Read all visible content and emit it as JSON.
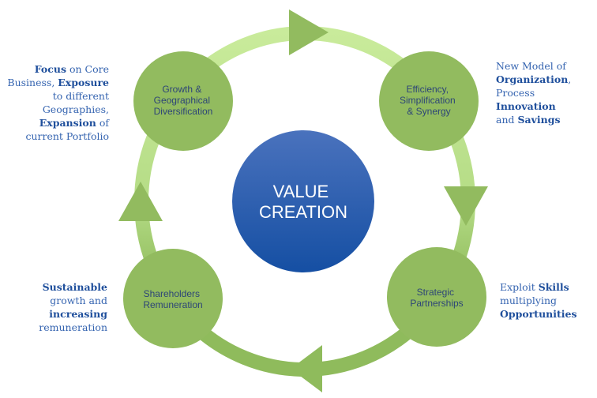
{
  "center": {
    "lines": [
      "VALUE",
      "CREATION"
    ],
    "color_top": "#4a72bd",
    "color_bottom": "#154fa3"
  },
  "nodes": [
    {
      "id": "growth",
      "lines": [
        "Growth &",
        "Geographical",
        "Diversification"
      ]
    },
    {
      "id": "efficiency",
      "lines": [
        "Efficiency,",
        "Simplification",
        "& Synergy"
      ]
    },
    {
      "id": "partnerships",
      "lines": [
        "Strategic",
        "Partnerships"
      ]
    },
    {
      "id": "shareholders",
      "lines": [
        "Shareholders",
        "Remuneration"
      ]
    }
  ],
  "colors": {
    "node": "#92bb5f",
    "ring_light": "#c9eb9b",
    "ring_dark": "#8fbb5c",
    "arrow": "#92bb5f",
    "text": "#3564b0",
    "text_bold": "#1f4f9c"
  },
  "annotations": {
    "growth": [
      [
        {
          "text": "Focus",
          "bold": true
        },
        {
          "text": " on Core",
          "bold": false
        }
      ],
      [
        {
          "text": "Business, ",
          "bold": false
        },
        {
          "text": "Exposure",
          "bold": true
        }
      ],
      [
        {
          "text": "to different",
          "bold": false
        }
      ],
      [
        {
          "text": "Geographies,",
          "bold": false
        }
      ],
      [
        {
          "text": "Expansion",
          "bold": true
        },
        {
          "text": " of",
          "bold": false
        }
      ],
      [
        {
          "text": "current Portfolio",
          "bold": false
        }
      ]
    ],
    "efficiency": [
      [
        {
          "text": "New Model of",
          "bold": false
        }
      ],
      [
        {
          "text": "Organization",
          "bold": true
        },
        {
          "text": ",",
          "bold": false
        }
      ],
      [
        {
          "text": "Process",
          "bold": false
        }
      ],
      [
        {
          "text": "Innovation",
          "bold": true
        }
      ],
      [
        {
          "text": "and ",
          "bold": false
        },
        {
          "text": "Savings",
          "bold": true
        }
      ]
    ],
    "shareholders": [
      [
        {
          "text": "Sustainable",
          "bold": true
        }
      ],
      [
        {
          "text": "growth and",
          "bold": false
        }
      ],
      [
        {
          "text": "increasing",
          "bold": true
        }
      ],
      [
        {
          "text": "remuneration",
          "bold": false
        }
      ]
    ],
    "partnerships": [
      [
        {
          "text": "Exploit ",
          "bold": false
        },
        {
          "text": "Skills",
          "bold": true
        }
      ],
      [
        {
          "text": "multiplying",
          "bold": false
        }
      ],
      [
        {
          "text": "Opportunities",
          "bold": true
        }
      ]
    ]
  }
}
